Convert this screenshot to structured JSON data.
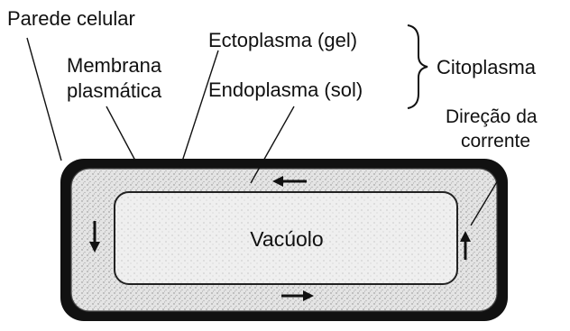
{
  "labels": {
    "cell_wall": "Parede celular",
    "plasma_membrane_line1": "Membrana",
    "plasma_membrane_line2": "plasmática",
    "ectoplasm": "Ectoplasma (gel)",
    "endoplasm": "Endoplasma (sol)",
    "cytoplasm": "Citoplasma",
    "current_direction_line1": "Direção da",
    "current_direction_line2": "corrente",
    "vacuole": "Vacúolo"
  },
  "colors": {
    "ink": "#111111",
    "cytoplasm_fill": "#e6e6e6",
    "vacuole_fill": "#efefef",
    "background": "#ffffff"
  }
}
